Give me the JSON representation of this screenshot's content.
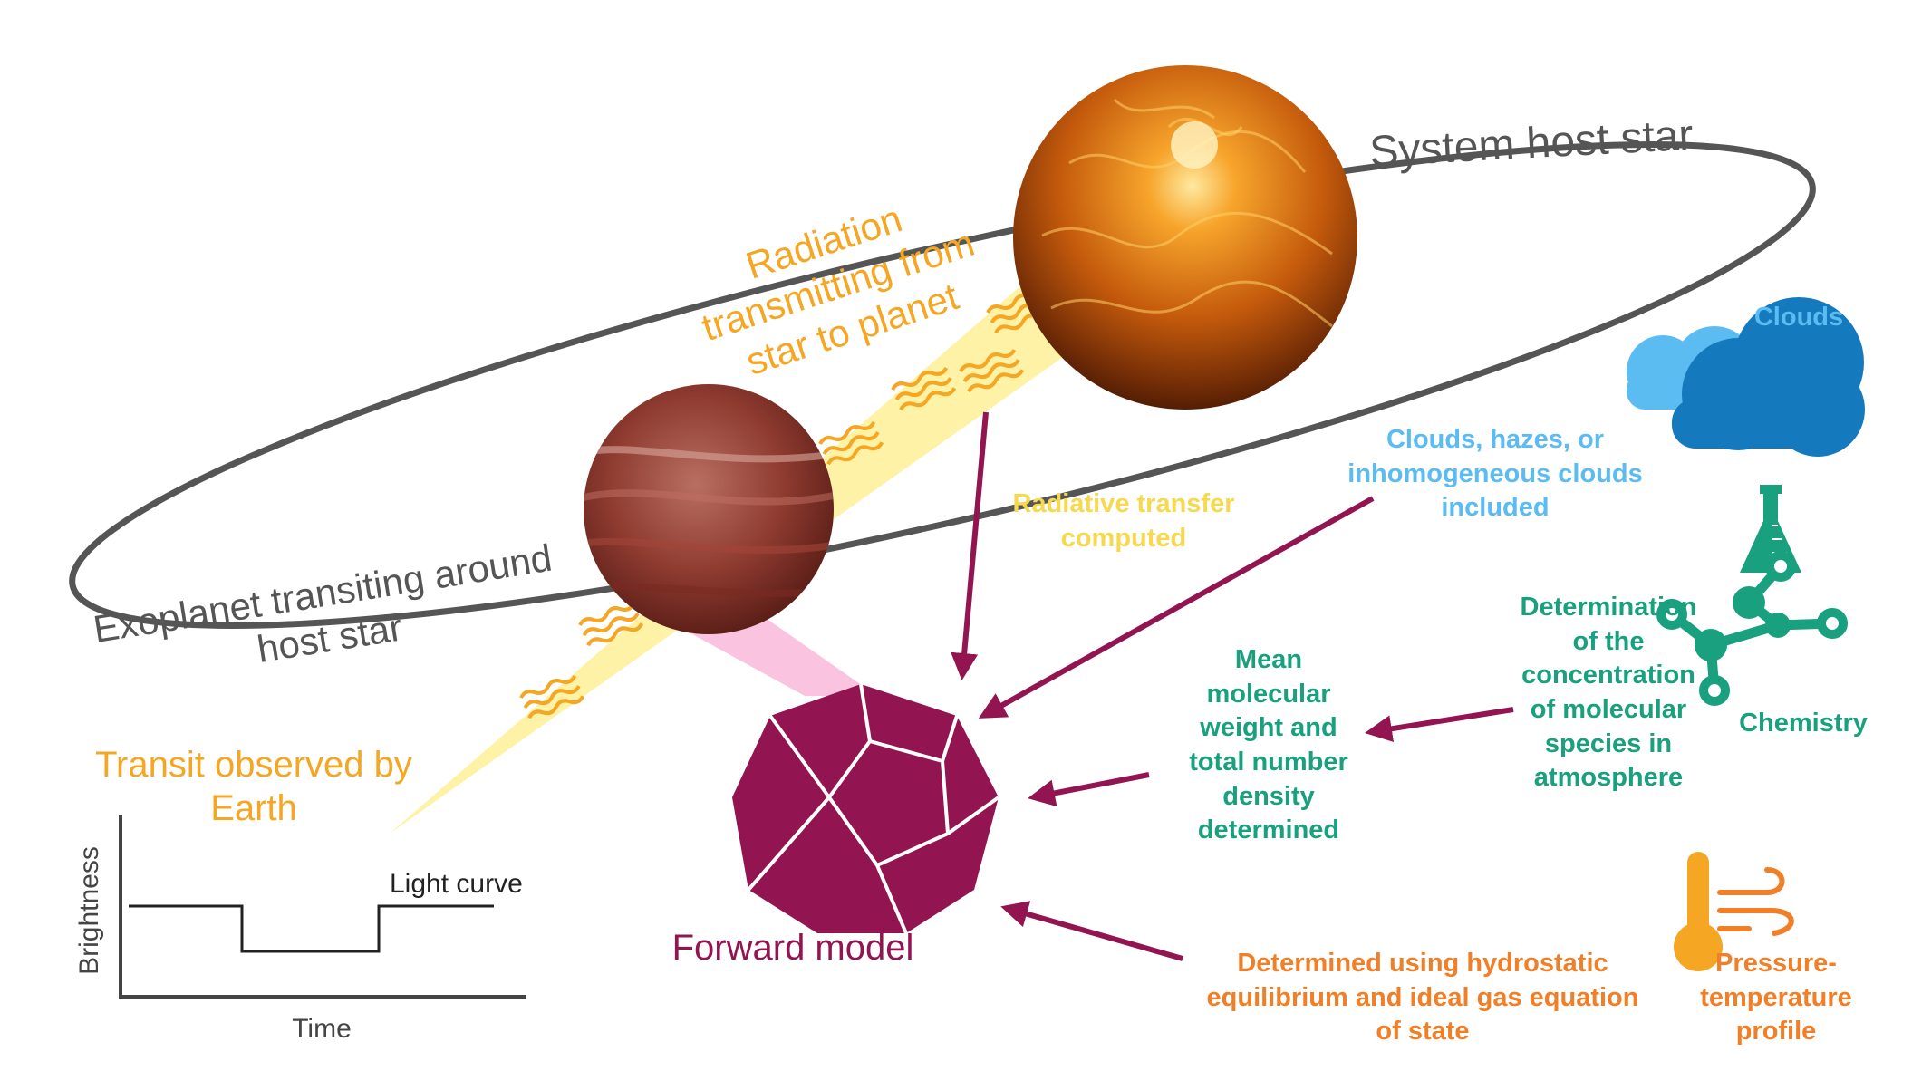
{
  "labels": {
    "star": "System host star",
    "planet": [
      "Exoplanet transiting around",
      "host star"
    ],
    "radiation": [
      "Radiation",
      "transmitting from",
      "star to planet"
    ],
    "transit": [
      "Transit observed by",
      "Earth"
    ],
    "forward_model": "Forward model",
    "radiative_transfer": [
      "Radiative transfer",
      "computed"
    ],
    "clouds_text": [
      "Clouds, hazes, or",
      "inhomogeneous clouds",
      "included"
    ],
    "clouds_icon": "Clouds",
    "chemistry_text": [
      "Determination",
      "of the",
      "concentration",
      "of molecular",
      "species in",
      "atmosphere"
    ],
    "chemistry_icon": "Chemistry",
    "molecular_text": [
      "Mean",
      "molecular",
      "weight and",
      "total number",
      "density",
      "determined"
    ],
    "hydrostatic_text": [
      "Determined using hydrostatic",
      "equilibrium and ideal gas equation",
      "of state"
    ],
    "pt_icon": [
      "Pressure-",
      "temperature",
      "profile"
    ]
  },
  "light_curve": {
    "label": "Light curve",
    "xlabel": "Time",
    "ylabel": "Brightness",
    "levels": {
      "baseline": 1.0,
      "in_transit": 0.0
    }
  },
  "icons": {
    "star": "star-sun-icon",
    "planet": "exoplanet-icon",
    "model": "dodecahedron-icon",
    "clouds": "clouds-icon",
    "flask": "flask-icon",
    "molecule": "molecule-icon",
    "thermometer": "thermometer-icon",
    "wind": "wind-icon"
  },
  "colors": {
    "model": "#921552",
    "orbit": "#555555",
    "beam": "#fdf2a6",
    "wave": "#f5a623",
    "cone": "#fac3e0",
    "cloud_light": "#5bbcf2",
    "cloud_dark": "#1579be",
    "chemistry": "#19a07e",
    "pt": "#f5a623"
  }
}
